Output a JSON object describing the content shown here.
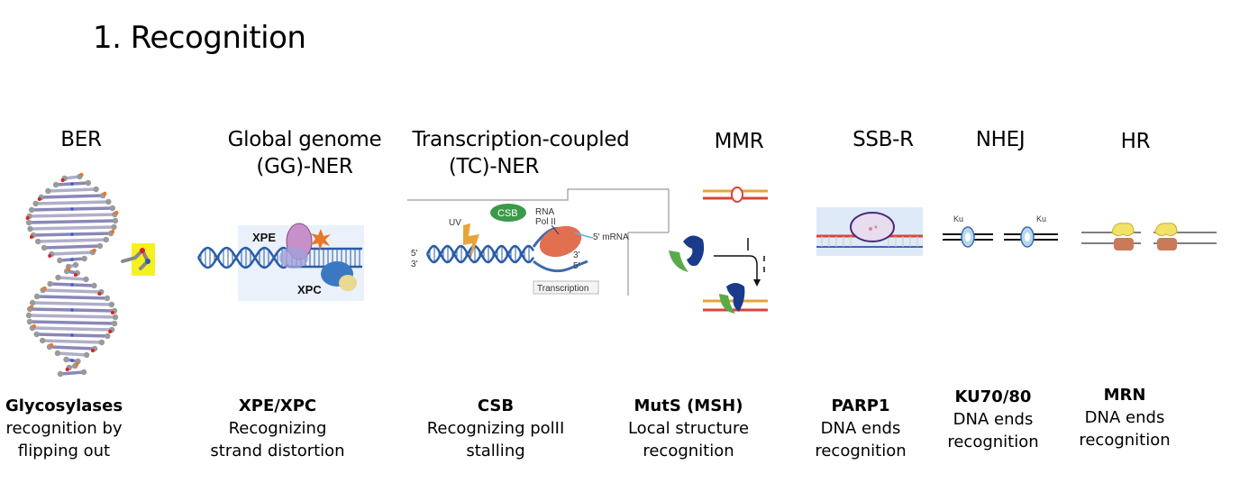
{
  "title": "1. Recognition",
  "columns": [
    {
      "id": "ber",
      "heading": [
        "BER"
      ],
      "protein": "Glycosylases",
      "desc": [
        "recognition by",
        "flipping out"
      ]
    },
    {
      "id": "ggner",
      "heading": [
        "Global genome",
        "(GG)-NER"
      ],
      "protein": "XPE/XPC",
      "desc": [
        "Recognizing",
        "strand distortion"
      ]
    },
    {
      "id": "tcner",
      "heading": [
        "Transcription-coupled",
        "(TC)-NER"
      ],
      "protein": "CSB",
      "desc": [
        "Recognizing polII",
        "stalling"
      ]
    },
    {
      "id": "mmr",
      "heading": [
        "MMR"
      ],
      "protein": "MutS (MSH)",
      "desc": [
        "Local structure",
        "recognition"
      ]
    },
    {
      "id": "ssbr",
      "heading": [
        "SSB-R"
      ],
      "protein": "PARP1",
      "desc": [
        "DNA ends",
        "recognition"
      ]
    },
    {
      "id": "nhej",
      "heading": [
        "NHEJ"
      ],
      "protein": "KU70/80",
      "desc": [
        "DNA ends",
        "recognition"
      ]
    },
    {
      "id": "hr",
      "heading": [
        "HR"
      ],
      "protein": "MRN",
      "desc": [
        "DNA ends",
        "recognition"
      ]
    }
  ],
  "diagram_labels": {
    "gg": {
      "xpe": "XPE",
      "xpc": "XPC"
    },
    "tc": {
      "uv": "UV",
      "csb": "CSB",
      "rna": "RNA",
      "pol": "Pol II",
      "mrna": "5' mRNA",
      "five1": "5'",
      "three1": "3'",
      "three2": "3'",
      "five2": "5'",
      "transcription": "Transcription"
    },
    "nhej": {
      "ku1": "Ku",
      "ku2": "Ku"
    }
  },
  "colors": {
    "dna_blue": "#2a5ca8",
    "dna_red": "#d8453a",
    "dna_orange": "#e8a33a",
    "highlight": "#f5f020"
  }
}
